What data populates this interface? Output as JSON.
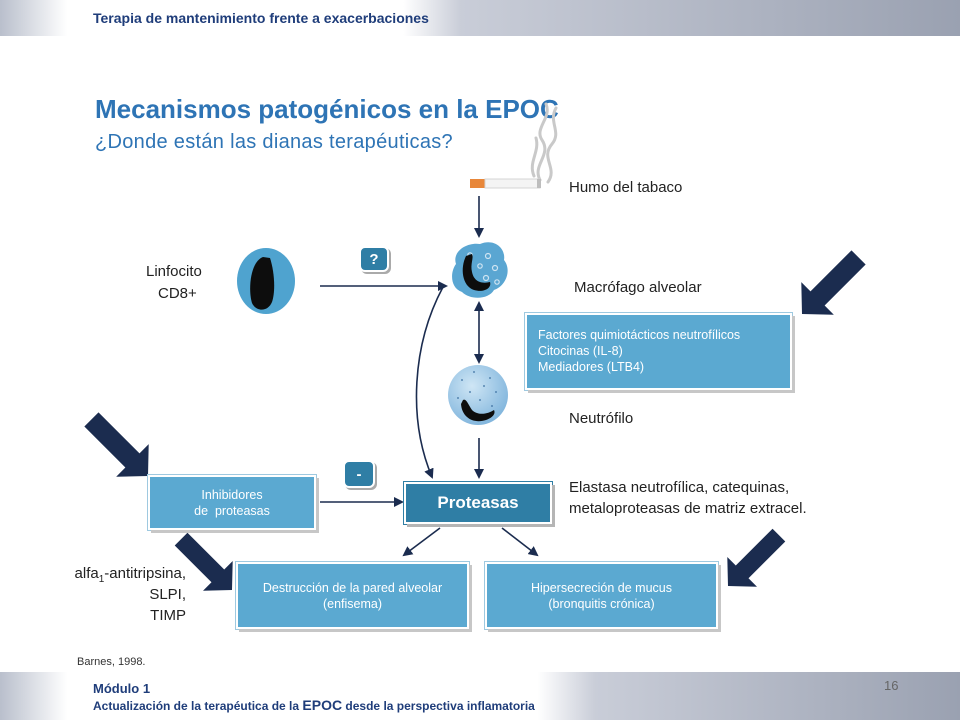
{
  "header": {
    "banner_text": "Terapia de mantenimiento frente a exacerbaciones"
  },
  "slide": {
    "title": "Mecanismos patogénicos en la EPOC",
    "subtitle": "¿Donde están las dianas terapéuticas?"
  },
  "diagram": {
    "tobacco_label": "Humo del tabaco",
    "lymphocyte_label_1": "Linfocito",
    "lymphocyte_label_2": "CD8+",
    "question_badge": "?",
    "macrophage_label": "Macrófago alveolar",
    "factors_box": [
      "Factores quimiotácticos neutrofílicos",
      "Citocinas (IL-8)",
      "Mediadores (LTB4)"
    ],
    "neutrophil_label": "Neutrófilo",
    "minus_badge": "-",
    "inhibitors_box": [
      "Inhibidores",
      "de  proteasas"
    ],
    "proteases_box": "Proteasas",
    "proteases_desc_1": "Elastasa neutrofílica, catequinas,",
    "proteases_desc_2": "metaloproteasas de matriz extracel.",
    "inhibitor_examples": {
      "alfa": "alfa",
      "sub": "1",
      "rest": "-antitripsina,",
      "line2": "SLPI,",
      "line3": "TIMP"
    },
    "destruction_box": [
      "Destrucción de la pared alveolar",
      "(enfisema)"
    ],
    "hypersecretion_box": [
      "Hipersecreción de mucus",
      "(bronquitis crónica)"
    ]
  },
  "colors": {
    "accent_blue": "#2e74b5",
    "box_blue": "#5ba9d1",
    "dark_blue": "#2f7ea5",
    "arrow_navy": "#1b2c4f"
  },
  "footer": {
    "reference": "Barnes, 1998.",
    "page_number": "16",
    "module": "Módulo 1",
    "module_prefix": "Actualización de la terapéutica de la ",
    "module_bold": "EPOC",
    "module_suffix": " desde la perspectiva inflamatoria"
  }
}
